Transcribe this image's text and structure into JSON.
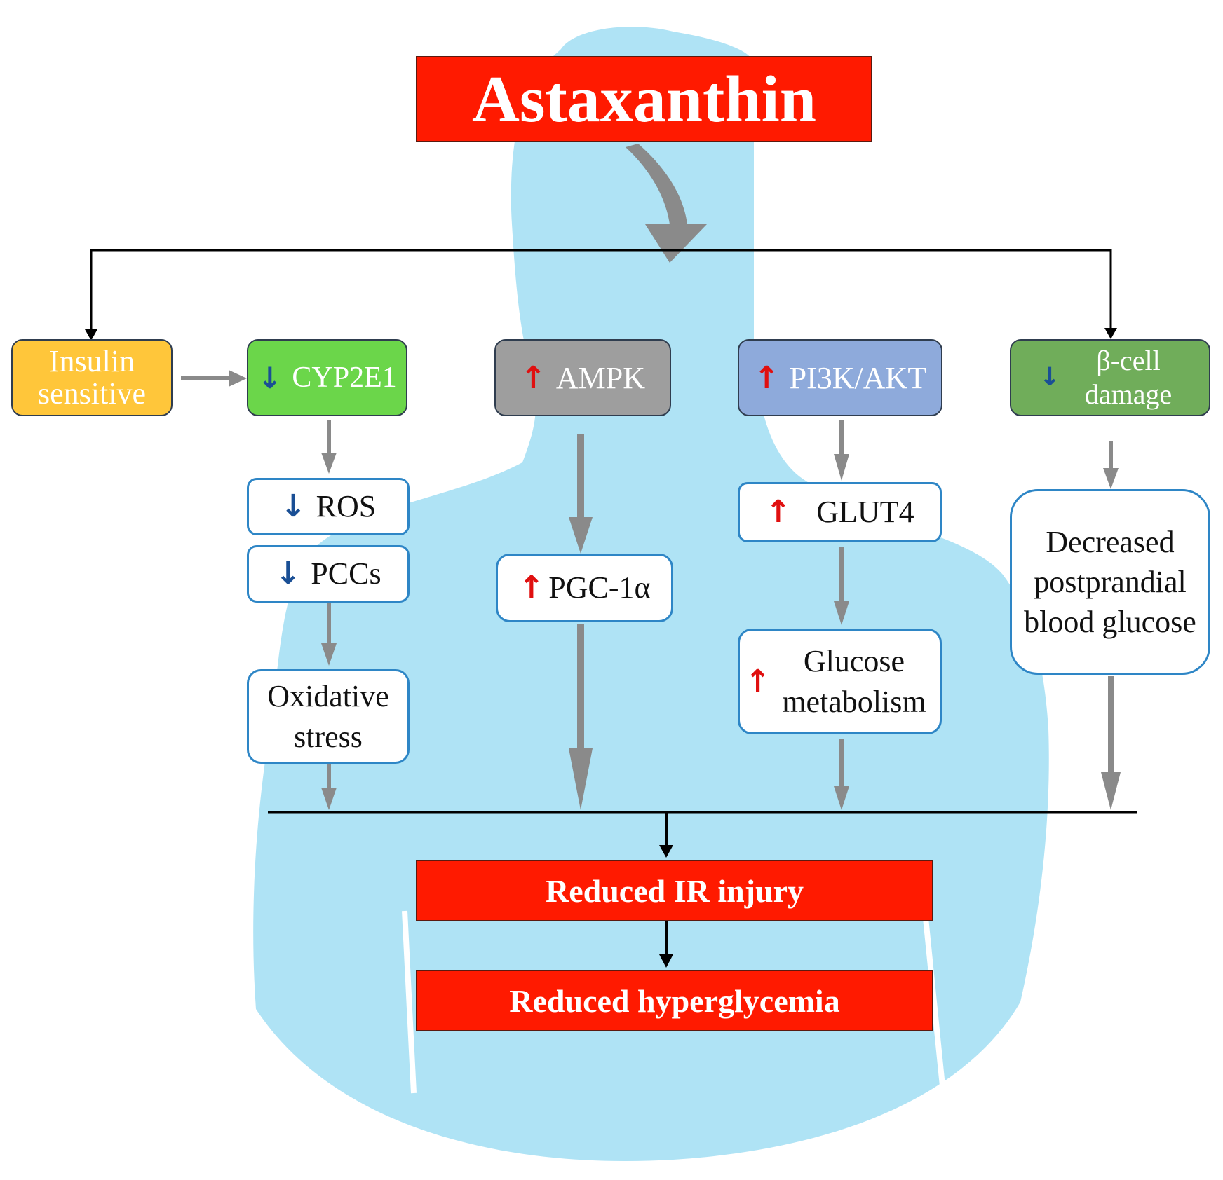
{
  "title": "Astaxanthin",
  "colors": {
    "silhouette": "#afe3f5",
    "title_red": "#ff1a00",
    "insulin": "#ffc63a",
    "cyp2e1": "#6bd64a",
    "ampk": "#9e9e9e",
    "pi3k": "#8eaadb",
    "beta_cell": "#70ad5a",
    "outline_blue": "#2e86c6",
    "flow_gray": "#8a8a8a",
    "up_arrow": "#e01010",
    "down_arrow": "#1a4f95"
  },
  "top_boxes": {
    "insulin": {
      "label": "Insulin sensitive"
    },
    "cyp2e1": {
      "label": "CYP2E1",
      "direction": "down"
    },
    "ampk": {
      "label": "AMPK",
      "direction": "up"
    },
    "pi3k": {
      "label": "PI3K/AKT",
      "direction": "up"
    },
    "beta_cell": {
      "label": "β-cell damage",
      "direction": "down"
    }
  },
  "mid_boxes": {
    "ros": {
      "label": "ROS",
      "direction": "down"
    },
    "pccs": {
      "label": "PCCs",
      "direction": "down"
    },
    "oxidative": {
      "label": "Oxidative stress"
    },
    "pgc": {
      "label": "PGC-1α",
      "direction": "up"
    },
    "glut4": {
      "label": "GLUT4",
      "direction": "up"
    },
    "glucose": {
      "label": "Glucose metabolism",
      "direction": "up"
    },
    "decreased": {
      "label": "Decreased postprandial blood glucose"
    }
  },
  "outcomes": {
    "ir_injury": "Reduced IR injury",
    "hyperglycemia": "Reduced hyperglycemia"
  },
  "glyphs": {
    "up": "↑",
    "down": "↓"
  }
}
